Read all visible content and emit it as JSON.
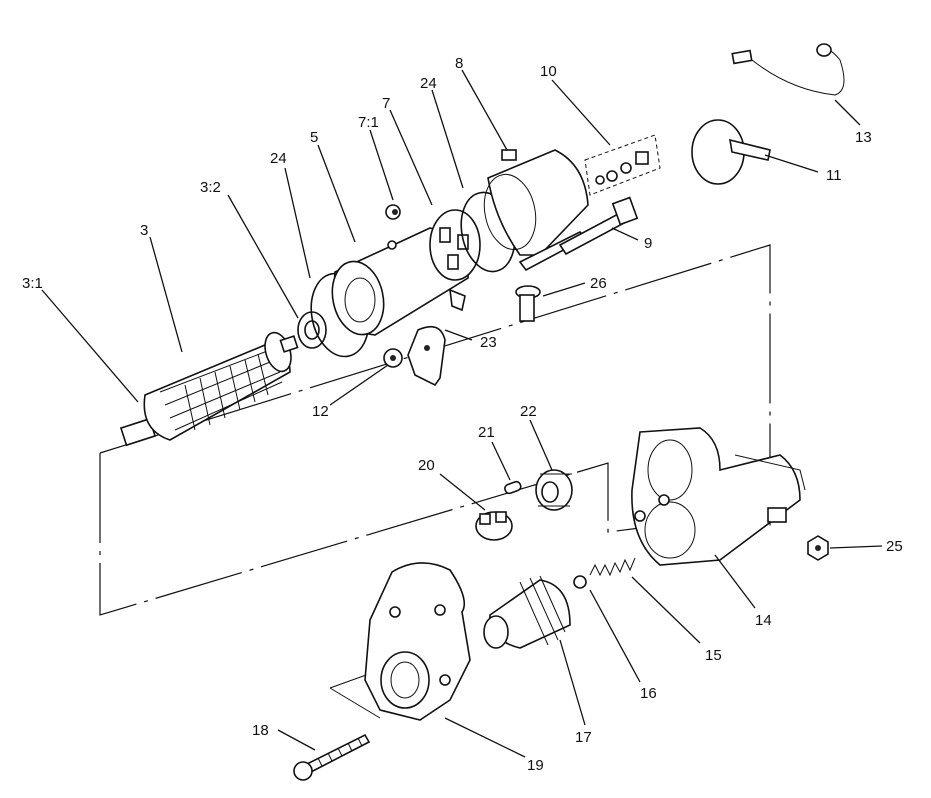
{
  "labels": {
    "p3_1": "3:1",
    "p3": "3",
    "p3_2": "3:2",
    "p24a": "24",
    "p5": "5",
    "p7_1": "7:1",
    "p7": "7",
    "p24b": "24",
    "p8": "8",
    "p10": "10",
    "p13": "13",
    "p11": "11",
    "p9": "9",
    "p26": "26",
    "p23": "23",
    "p12": "12",
    "p22": "22",
    "p21": "21",
    "p20": "20",
    "p25": "25",
    "p14": "14",
    "p15": "15",
    "p16": "16",
    "p17": "17",
    "p18": "18",
    "p19": "19"
  }
}
